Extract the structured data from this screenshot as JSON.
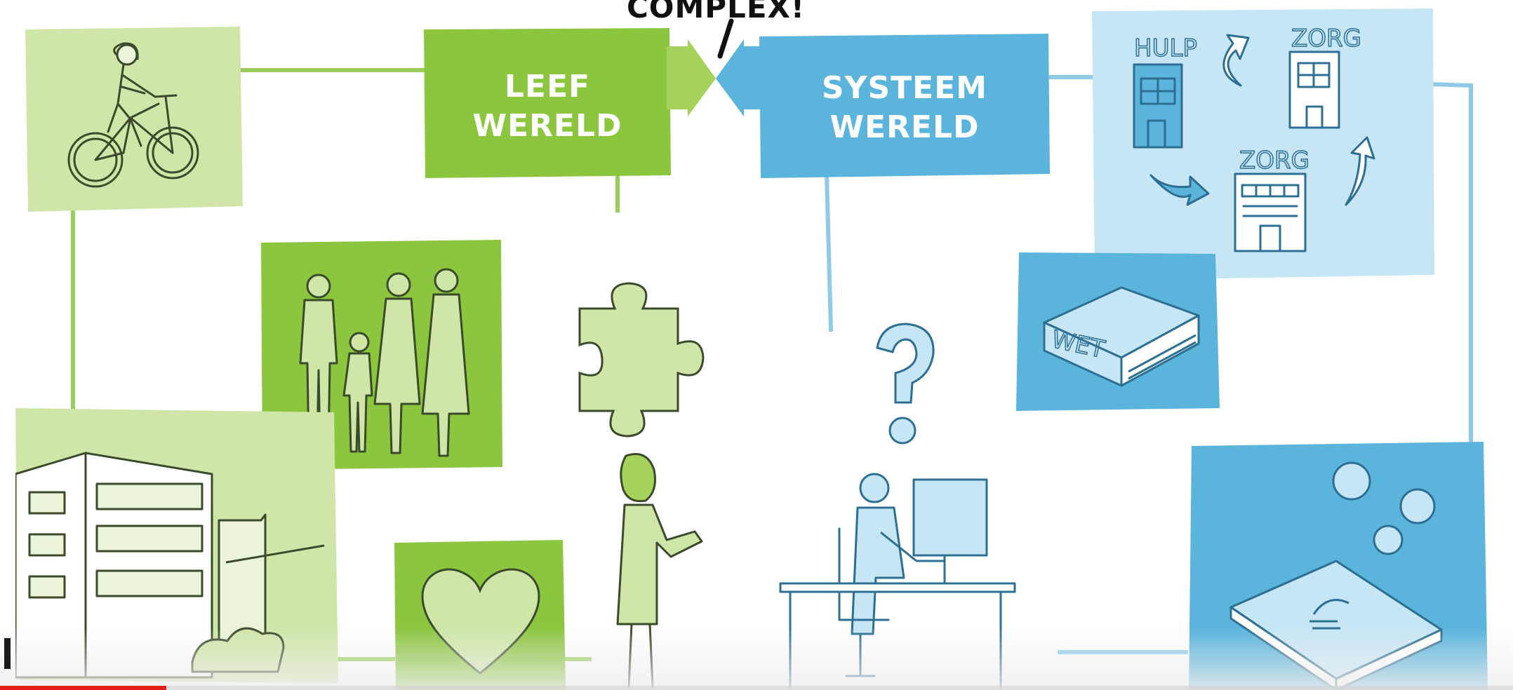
{
  "labels": {
    "complex": "COMPLEX!",
    "leefwereld_line1": "LEEF",
    "leefwereld_line2": "WERELD",
    "systeemwereld_line1": "SYSTEEM",
    "systeemwereld_line2": "WERELD",
    "hulp": "HULP",
    "zorg_top": "ZORG",
    "zorg_bottom": "ZORG",
    "wet": "WET"
  },
  "icons": [
    "cyclist-icon",
    "family-icon",
    "puzzle-piece-icon",
    "heart-icon",
    "apartment-buildings-icon",
    "woman-presenting-icon",
    "question-mark-icon",
    "office-worker-icon",
    "law-book-icon",
    "care-buildings-icon",
    "money-icon"
  ],
  "colors": {
    "green_dark": "#8cc63f",
    "green_mid": "#a4d25a",
    "green_light": "#cfe6a8",
    "blue_dark": "#5ab4dc",
    "blue_mid": "#7cc6e6",
    "blue_light": "#c6e6f5",
    "connector_green": "#9acd5b",
    "connector_blue": "#8fcbe6",
    "progress_red": "#e62117"
  },
  "player": {
    "progress_fraction": 0.11
  }
}
